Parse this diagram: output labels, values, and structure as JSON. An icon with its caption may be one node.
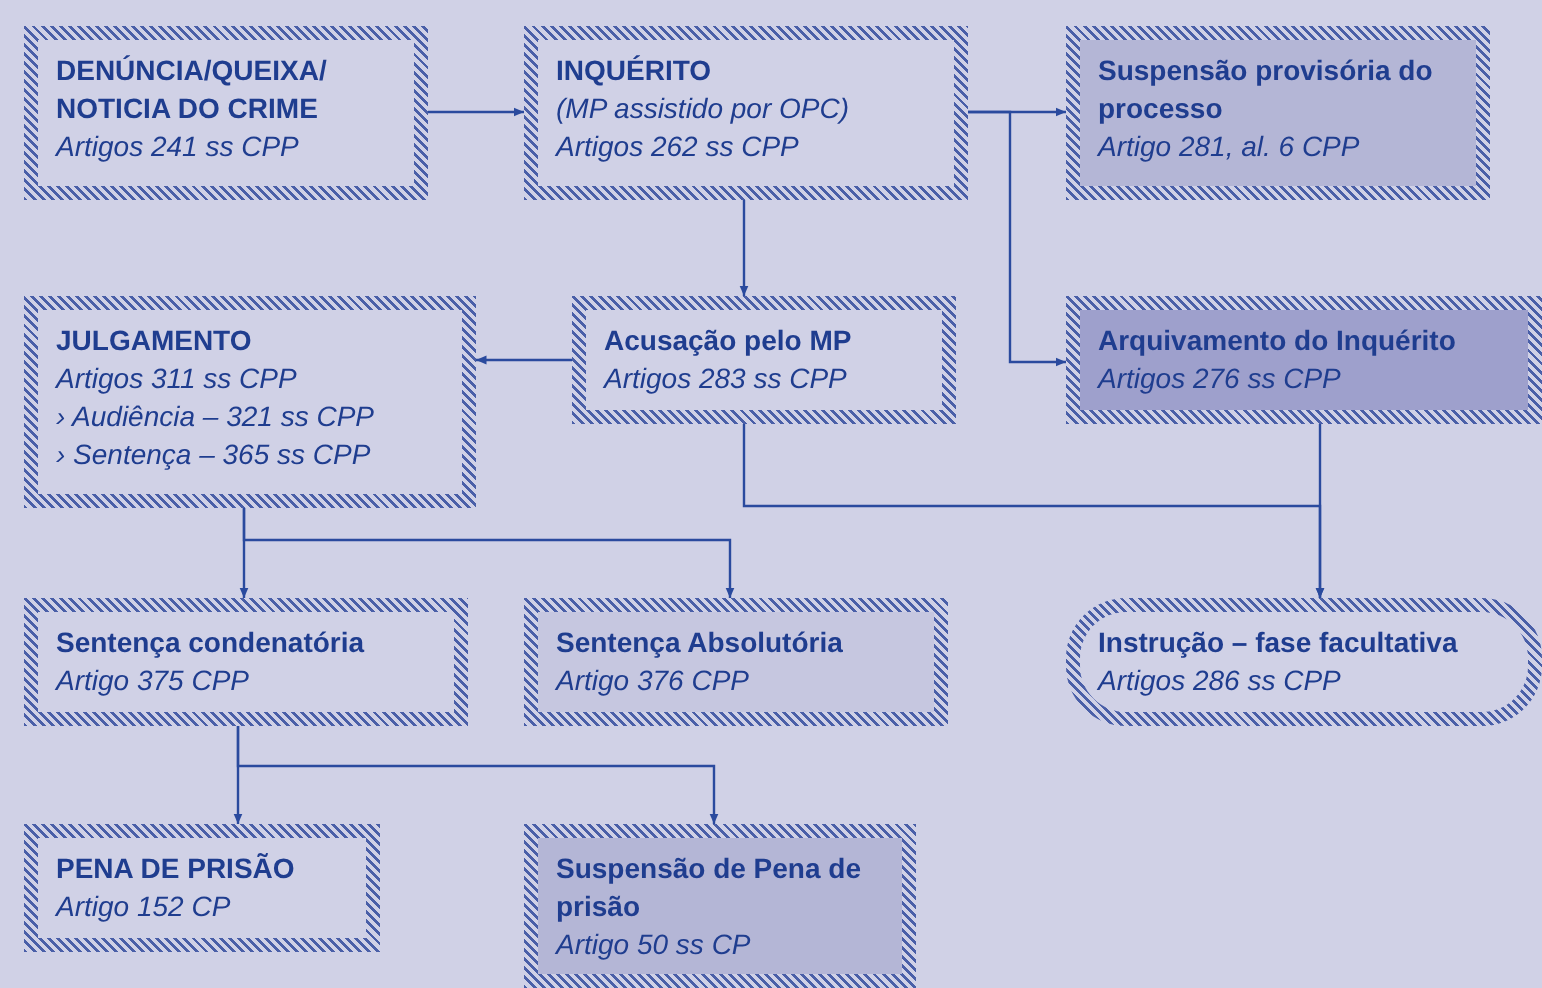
{
  "diagram": {
    "nodes": [
      {
        "text": [
          "DENÚNCIA/QUEIXA/ NOTICIA DO CRIME",
          "Artigos 241 ss CPP"
        ]
      },
      {
        "text": [
          "INQUÉRITO",
          "(MP assistido por OPC)",
          "Artigos 262 ss CPP"
        ]
      },
      {
        "text": [
          "Suspensão provisória do processo",
          "Artigo 281, al. 6 CPP"
        ]
      },
      {
        "text": [
          "JULGAMENTO",
          "Artigos 311 ss CPP",
          "› Audiência – 321 ss CPP",
          "› Sentença – 365 ss CPP"
        ]
      },
      {
        "text": [
          "Acusação pelo MP",
          "Artigos 283 ss CPP"
        ]
      },
      {
        "text": [
          "Arquivamento do Inquérito",
          "Artigos 276 ss CPP"
        ]
      },
      {
        "text": [
          "Sentença condenatória",
          "Artigo 375 CPP"
        ]
      },
      {
        "text": [
          "Sentença Absolutória",
          "Artigo 376 CPP"
        ]
      },
      {
        "text": [
          "Instrução – fase facultativa",
          "Artigos 286 ss CPP"
        ]
      },
      {
        "text": [
          "PENA DE PRISÃO",
          "Artigo 152 CP"
        ]
      },
      {
        "text": [
          "Suspensão de Pena de prisão",
          "Artigo 50 ss CP"
        ]
      }
    ],
    "edges": [
      {
        "from": 0,
        "to": 1,
        "arrow": "to"
      },
      {
        "from": 1,
        "to": 2,
        "arrow": "to"
      },
      {
        "from": 1,
        "to": 5,
        "arrow": "to"
      },
      {
        "from": 1,
        "to": 4,
        "arrow": "to"
      },
      {
        "from": 4,
        "to": 3,
        "arrow": "to"
      },
      {
        "from": 3,
        "to": 6,
        "arrow": "to"
      },
      {
        "from": 3,
        "to": 7,
        "arrow": "to"
      },
      {
        "from": 4,
        "to": 8,
        "arrow": "to"
      },
      {
        "from": 5,
        "to": 8,
        "arrow": "to"
      },
      {
        "from": 6,
        "to": 9,
        "arrow": "to"
      },
      {
        "from": 6,
        "to": 10,
        "arrow": "to"
      }
    ]
  }
}
